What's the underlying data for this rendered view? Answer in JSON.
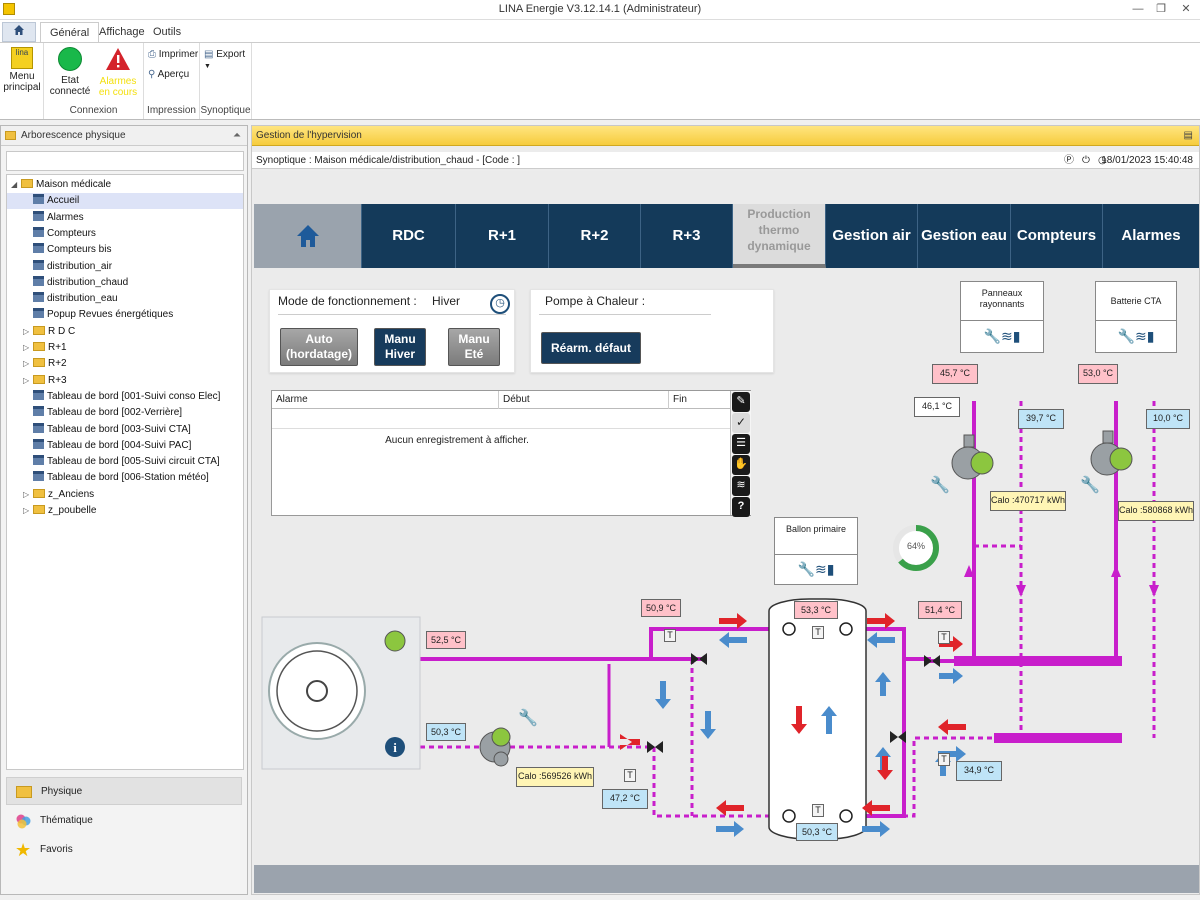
{
  "window": {
    "title": "LINA Energie  V3.12.14.1  (Administrateur)"
  },
  "tabs": {
    "general": "Général",
    "affichage": "Affichage",
    "outils": "Outils"
  },
  "ribbon": {
    "menu_principal": "Menu principal",
    "etat_connecte": "Etat connecté",
    "alarm_btn": "Alarmes en cours",
    "connexion": "Connexion",
    "imprimer": "Imprimer",
    "apercu": "Aperçu",
    "impression": "Impression",
    "export": "Export",
    "synoptique": "Synoptique"
  },
  "left_panel": {
    "header": "Arborescence physique",
    "tree": [
      {
        "label": "Maison médicale",
        "type": "folder",
        "level": 0,
        "expand": "open"
      },
      {
        "label": "Accueil",
        "type": "page",
        "level": 1,
        "selected": true
      },
      {
        "label": "Alarmes",
        "type": "page",
        "level": 1
      },
      {
        "label": "Compteurs",
        "type": "page",
        "level": 1
      },
      {
        "label": "Compteurs bis",
        "type": "page",
        "level": 1
      },
      {
        "label": "distribution_air",
        "type": "page",
        "level": 1
      },
      {
        "label": "distribution_chaud",
        "type": "page",
        "level": 1
      },
      {
        "label": "distribution_eau",
        "type": "page",
        "level": 1
      },
      {
        "label": "Popup Revues énergétiques",
        "type": "page",
        "level": 1
      },
      {
        "label": "R D C",
        "type": "folder",
        "level": 1,
        "expand": "closed"
      },
      {
        "label": "R+1",
        "type": "folder",
        "level": 1,
        "expand": "closed"
      },
      {
        "label": "R+2",
        "type": "folder",
        "level": 1,
        "expand": "closed"
      },
      {
        "label": "R+3",
        "type": "folder",
        "level": 1,
        "expand": "closed"
      },
      {
        "label": "Tableau de bord [001-Suivi conso Elec]",
        "type": "page",
        "level": 1
      },
      {
        "label": "Tableau de bord [002-Verrière]",
        "type": "page",
        "level": 1
      },
      {
        "label": "Tableau de bord [003-Suivi CTA]",
        "type": "page",
        "level": 1
      },
      {
        "label": "Tableau de bord [004-Suivi PAC]",
        "type": "page",
        "level": 1
      },
      {
        "label": "Tableau de bord [005-Suivi circuit CTA]",
        "type": "page",
        "level": 1
      },
      {
        "label": "Tableau de bord [006-Station météo]",
        "type": "page",
        "level": 1
      },
      {
        "label": "z_Anciens",
        "type": "folder",
        "level": 1,
        "expand": "closed"
      },
      {
        "label": "z_poubelle",
        "type": "folder",
        "level": 1,
        "expand": "closed"
      }
    ],
    "bottom_nav": [
      "Physique",
      "Thématique",
      "Favoris"
    ]
  },
  "right_panel": {
    "header": "Gestion de l'hypervision",
    "synoptique_path": "Synoptique : Maison médicale/distribution_chaud - [Code : ]",
    "datetime": "18/01/2023 15:40:48"
  },
  "nav": {
    "items": [
      "RDC",
      "R+1",
      "R+2",
      "R+3",
      "Production thermo dynamique",
      "Gestion air",
      "Gestion eau",
      "Compteurs",
      "Alarmes"
    ]
  },
  "mode": {
    "label": "Mode de fonctionnement :",
    "value": "Hiver",
    "auto": "Auto (hordatage)",
    "manu_hiver": "Manu Hiver",
    "manu_ete": "Manu Eté"
  },
  "pac": {
    "label": "Pompe à Chaleur :",
    "rearm": "Réarm. défaut"
  },
  "alarm_table": {
    "columns": [
      "Alarme",
      "Début",
      "Fin"
    ],
    "empty": "Aucun enregistrement à afficher."
  },
  "synoptic": {
    "ballon_label": "Ballon primaire",
    "panneaux_label": "Panneaux rayonnants",
    "batterie_label": "Batterie CTA",
    "gauge_pct": "64%",
    "gauge_value": 0.64,
    "temps": {
      "t_pac_out": "52,5 °C",
      "t_pac_in": "50,3 °C",
      "t_ballon_left": "50,9 °C",
      "t_ballon_top": "53,3 °C",
      "t_ballon_bottom": "50,3 °C",
      "t_left_ret": "47,2 °C",
      "t_right_sup": "51,4 °C",
      "t_right_ret": "34,9 °C",
      "t_pan_sup": "45,7 °C",
      "t_pan_set": "46,1 °C",
      "t_pan_ret": "39,7 °C",
      "t_bat_sup": "53,0 °C",
      "t_bat_ret": "10,0 °C"
    },
    "calo": {
      "pac": "Calo :569526 kWh",
      "pan": "Calo :470717 kWh",
      "bat": "Calo :580868 kWh"
    }
  },
  "colors": {
    "nav_bg": "#143a5a",
    "pipe_magenta": "#c81ecb",
    "arrow_red": "#e0242a",
    "arrow_blue": "#4a8ccc",
    "gold": "#f6cc3d"
  }
}
